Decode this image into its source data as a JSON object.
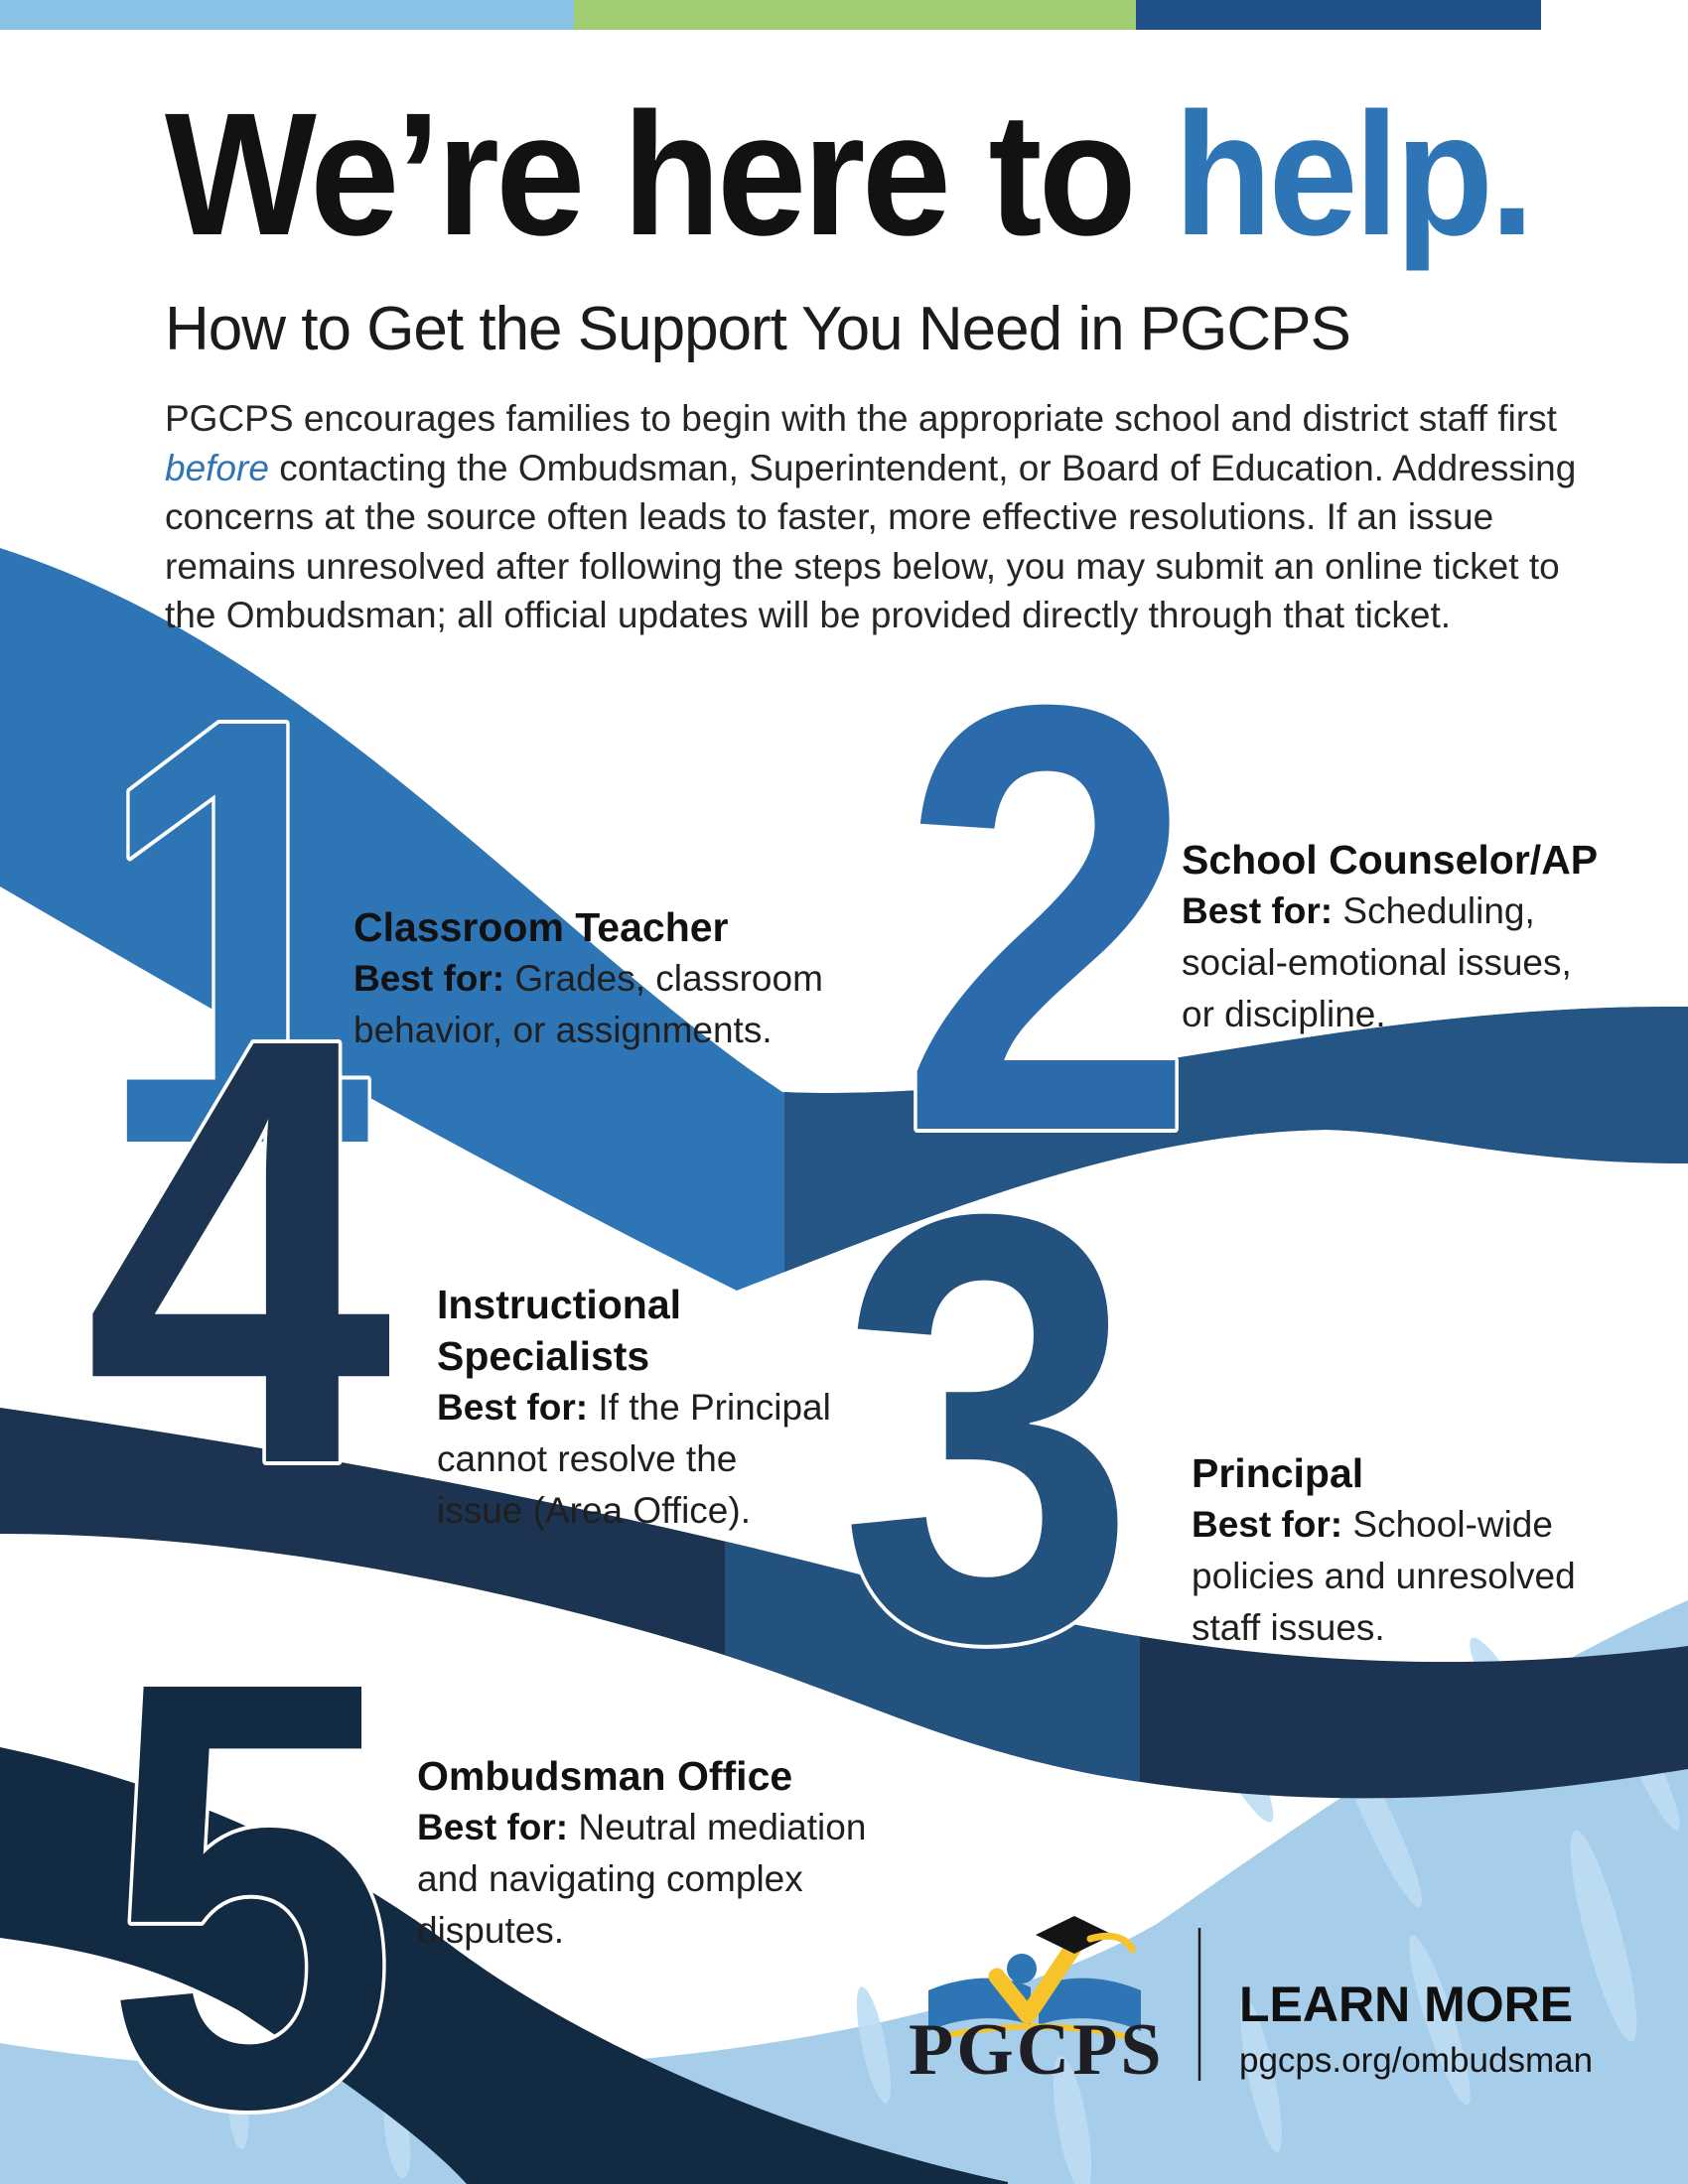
{
  "title": {
    "main": "We’re here to ",
    "accent": "help."
  },
  "subtitle": "How to Get the Support You Need in PGCPS",
  "intro": {
    "lines": [
      {
        "pre": "PGCPS encourages families to begin with the appropriate school and district staff first"
      },
      {
        "pre": "",
        "em": "before",
        "post": " contacting the Ombudsman, Superintendent, or Board of Education. Addressing"
      },
      {
        "pre": "concerns at the source often leads to faster, more effective resolutions. If an issue"
      },
      {
        "pre": "remains unresolved after following the steps below, you may submit an online ticket to"
      },
      {
        "pre": "the Ombudsman; all official updates will be provided directly through that ticket."
      }
    ]
  },
  "steps": [
    {
      "number": "1",
      "title1": "Classroom Teacher",
      "best_label": "Best for:",
      "body1": "Grades, classroom",
      "body2": "behavior, or assignments."
    },
    {
      "number": "2",
      "title1": "School Counselor/AP",
      "best_label": "Best for:",
      "body1": "Scheduling,",
      "body2": "social-emotional issues,",
      "body3": "or discipline."
    },
    {
      "number": "3",
      "title1": "Principal",
      "best_label": "Best for:",
      "body1": "School-wide",
      "body2": "policies and unresolved",
      "body3": "staff issues."
    },
    {
      "number": "4",
      "title1": "Instructional",
      "title2": "Specialists",
      "best_label": "Best for:",
      "body1": "If the Principal",
      "body2": "cannot resolve the",
      "body3": "issue (Area Office)."
    },
    {
      "number": "5",
      "title1": "Ombudsman Office",
      "best_label": "Best for:",
      "body1": "Neutral mediation",
      "body2": "and navigating complex",
      "body3": "disputes."
    }
  ],
  "footer": {
    "wordmark": "PGCPS",
    "learn_more": "LEARN MORE",
    "url": "pgcps.org/ombudsman"
  },
  "colors": {
    "ink": "#121212",
    "accent_blue": "#2E75B6",
    "numeral_two_blue": "#2B6BAC",
    "dark_blue": "#255585",
    "navy": "#1C3452",
    "mid_navy": "#24527F",
    "deep_navy": "#122A42",
    "light_blue_bg": "#A6CDEA",
    "streak": "#BEDDF3",
    "strip_light_blue": "#8AC2E5",
    "strip_green": "#A0CD71",
    "strip_navy": "#21518B",
    "gold": "#F6C32A",
    "cap_black": "#141414"
  }
}
